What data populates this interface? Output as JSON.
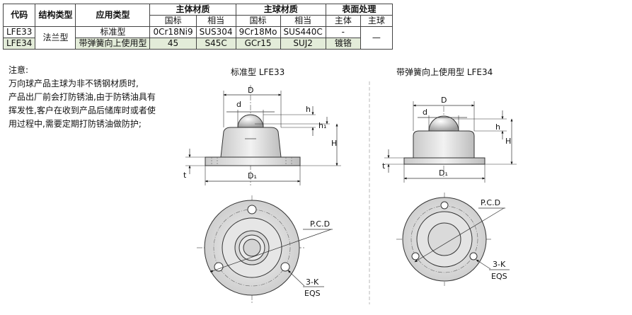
{
  "table": {
    "headers_top": {
      "code": "代码",
      "structure": "结构类型",
      "application": "应用类型",
      "body_material": "主体材质",
      "ball_material": "主球材质",
      "surface": "表面处理"
    },
    "headers_sub": {
      "gb": "国标",
      "equiv": "相当",
      "ball_gb": "国标",
      "ball_equiv": "相当",
      "body": "主体",
      "ball": "主球"
    },
    "structure_value": "法兰型",
    "ball_surface_value": "—",
    "rows": [
      {
        "code": "LFE33",
        "application": "标准型",
        "body_gb": "0Cr18Ni9",
        "body_equiv": "SUS304",
        "ball_gb": "9Cr18Mo",
        "ball_equiv": "SUS440C",
        "surface_body": "-"
      },
      {
        "code": "LFE34",
        "application": "带弹簧向上使用型",
        "body_gb": "45",
        "body_equiv": "S45C",
        "ball_gb": "GCr15",
        "ball_equiv": "SUJ2",
        "surface_body": "镀铬"
      }
    ]
  },
  "note": {
    "title": "注意:",
    "lines": [
      "万向球产品主球为非不锈钢材质时,",
      "产品出厂前会打防锈油,由于防锈油具有",
      "挥发性,客户在收到产品后储库时或者使",
      "用过程中,需要定期打防锈油做防护;"
    ]
  },
  "drawings": {
    "left": {
      "title": "标准型 LFE33",
      "labels": {
        "D": "D",
        "d": "d",
        "h": "h",
        "h1": "h₁",
        "H": "H",
        "t": "t",
        "D1": "D₁",
        "pcd": "P.C.D",
        "holes": "3-K",
        "eqs": "EQS"
      }
    },
    "right": {
      "title": "带弹簧向上使用型 LFE34",
      "labels": {
        "D": "D",
        "d": "d",
        "h": "h",
        "H": "H",
        "t": "t",
        "D1": "D₁",
        "pcd": "P.C.D",
        "holes": "3-K",
        "eqs": "EQS"
      }
    }
  }
}
